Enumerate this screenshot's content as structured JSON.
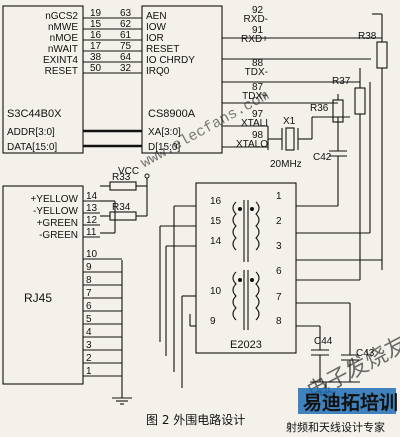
{
  "s3c44b0x": {
    "name": "S3C44B0X",
    "pins": [
      {
        "label": "nGCS2",
        "num": "19"
      },
      {
        "label": "nMWE",
        "num": "15"
      },
      {
        "label": "nMOE",
        "num": "16"
      },
      {
        "label": "nWAIT",
        "num": "17"
      },
      {
        "label": "EXINT4",
        "num": "38"
      },
      {
        "label": "RESET",
        "num": "50"
      }
    ],
    "addr": "ADDR[3:0]",
    "data": "DATA[15:0]"
  },
  "cs8900a": {
    "name": "CS8900A",
    "pins": [
      {
        "label": "AEN",
        "num": "63"
      },
      {
        "label": "IOW",
        "num": "62"
      },
      {
        "label": "IOR",
        "num": "61"
      },
      {
        "label": "RESET",
        "num": "75"
      },
      {
        "label": "IO CHRDY",
        "num": "64"
      },
      {
        "label": "IRQ0",
        "num": "32"
      }
    ],
    "xa": "XA[3:0]",
    "d": "D[15:0]",
    "right_pins": [
      {
        "label": "RXD-",
        "num": "92"
      },
      {
        "label": "RXD+",
        "num": "91"
      },
      {
        "label": "TDX-",
        "num": "88"
      },
      {
        "label": "TDX+",
        "num": "87"
      },
      {
        "label": "XTALI",
        "num": "97"
      },
      {
        "label": "XTALO",
        "num": "98"
      }
    ]
  },
  "crystal": {
    "ref": "X1",
    "freq": "20MHz"
  },
  "resistors": {
    "r38": "R38",
    "r37": "R37",
    "r36": "R36",
    "r33": "R33",
    "r34": "R34"
  },
  "capacitors": {
    "c42": "C42",
    "c44": "C44",
    "c43": "C43"
  },
  "vcc": "VCC",
  "rj45": {
    "name": "RJ45",
    "led_pins": [
      {
        "label": "+YELLOW",
        "num": "14"
      },
      {
        "label": "-YELLOW",
        "num": "13"
      },
      {
        "label": "+GREEN",
        "num": "12"
      },
      {
        "label": "-GREEN",
        "num": "11"
      }
    ],
    "pin_numbers": [
      "10",
      "9",
      "8",
      "7",
      "6",
      "5",
      "4",
      "3",
      "2",
      "1"
    ]
  },
  "e2023": {
    "name": "E2023",
    "left_pins": [
      "16",
      "15",
      "14",
      "10",
      "9"
    ],
    "right_pins": [
      "1",
      "2",
      "3",
      "6",
      "7",
      "8"
    ]
  },
  "caption": "图 2   外围电路设计",
  "watermark": "www.elecfans.com",
  "stamp_text": "易迪拓培训",
  "stamp_sub": "射频和天线设计专家"
}
